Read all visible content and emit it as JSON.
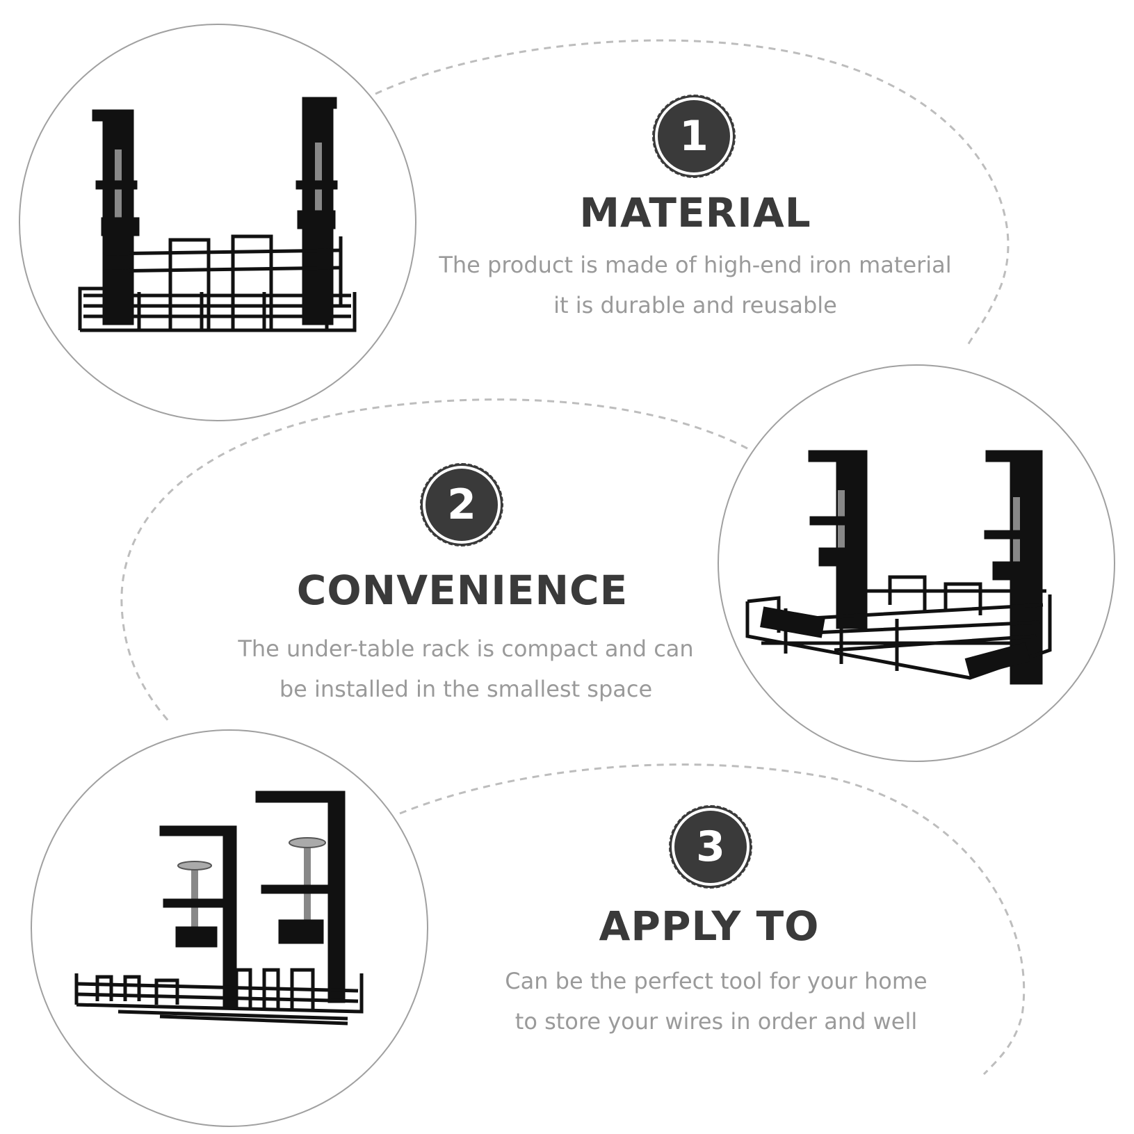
{
  "features": [
    {
      "number": "1",
      "title": "MATERIAL",
      "lines": [
        "The product is made of high-end iron material",
        "it is durable and reusable"
      ]
    },
    {
      "number": "2",
      "title": "CONVENIENCE",
      "lines": [
        "The under-table rack is compact and can",
        "be installed in the smallest space"
      ]
    },
    {
      "number": "3",
      "title": "APPLY TO",
      "lines": [
        "Can be the perfect tool for your home",
        "to store your wires in order and well"
      ]
    }
  ],
  "colors": {
    "badge": "#3a3a3a",
    "title": "#3a3a3a",
    "description": "#9a9a9a",
    "rack": "#111111",
    "outline": "#a0a0a0"
  },
  "icons": [
    "under-desk-cable-tray-image"
  ]
}
